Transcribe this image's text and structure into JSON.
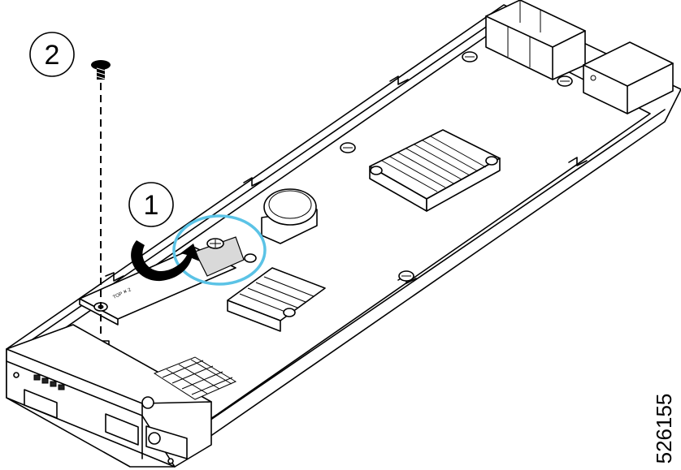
{
  "callouts": [
    {
      "number": "1",
      "meaning": "step-1"
    },
    {
      "number": "2",
      "meaning": "step-2"
    }
  ],
  "figure_id": "526155",
  "highlight_color": "#5bc3e6",
  "icons": [
    "screw-icon",
    "rotate-arrow-icon"
  ]
}
